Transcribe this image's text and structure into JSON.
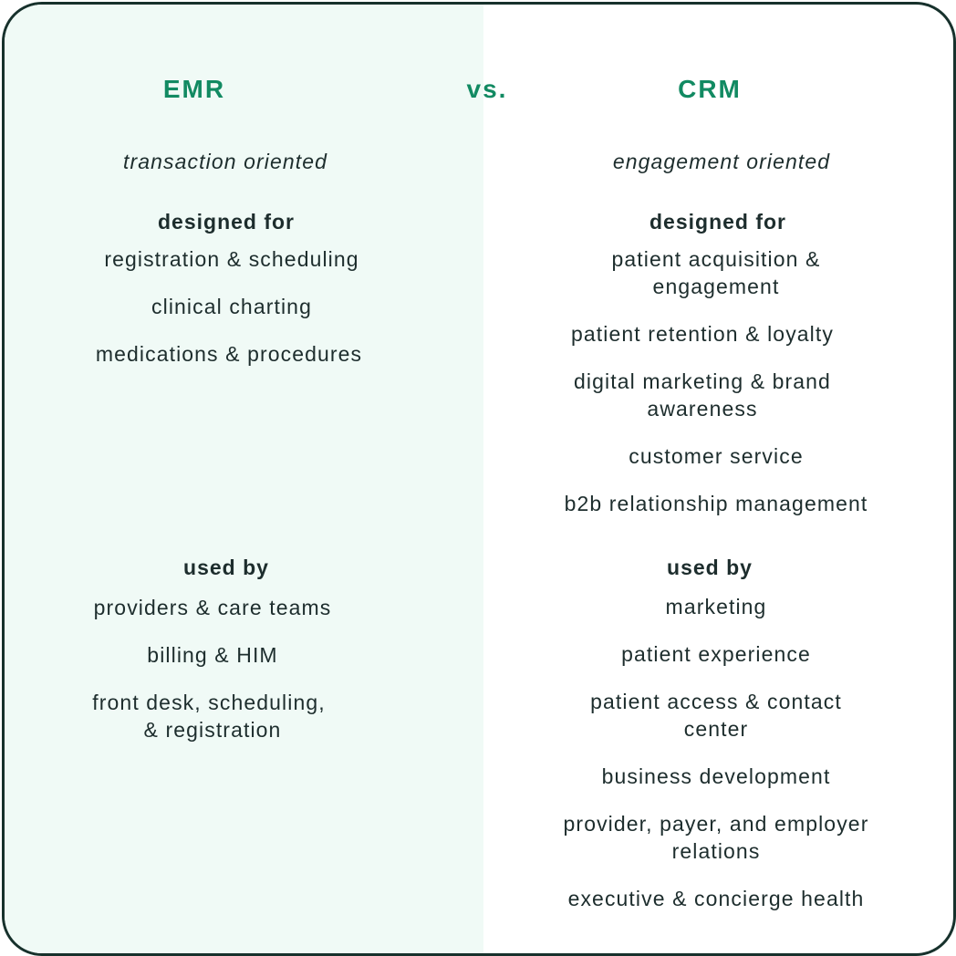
{
  "left": {
    "title": "EMR",
    "orientation": "transaction oriented",
    "designed_for_label": "designed for",
    "designed_for": [
      "registration & scheduling",
      "clinical charting",
      "medications & procedures"
    ],
    "used_by_label": "used by",
    "used_by": [
      "providers & care teams",
      "billing & HIM",
      "front desk, scheduling,",
      "& registration"
    ]
  },
  "separator": "vs.",
  "right": {
    "title": "CRM",
    "orientation": "engagement oriented",
    "designed_for_label": "designed for",
    "designed_for": [
      "patient acquisition &",
      "engagement",
      "patient retention & loyalty",
      "digital marketing & brand",
      "awareness",
      "customer service",
      "b2b relationship management"
    ],
    "used_by_label": "used by",
    "used_by": [
      "marketing",
      "patient experience",
      "patient access & contact",
      "center",
      "business development",
      "provider, payer, and employer",
      "relations",
      "executive & concierge health"
    ]
  },
  "colors": {
    "accent": "#128a62",
    "left_background": "#f0faf6",
    "border": "#17312c",
    "text": "#1d2d2d"
  }
}
